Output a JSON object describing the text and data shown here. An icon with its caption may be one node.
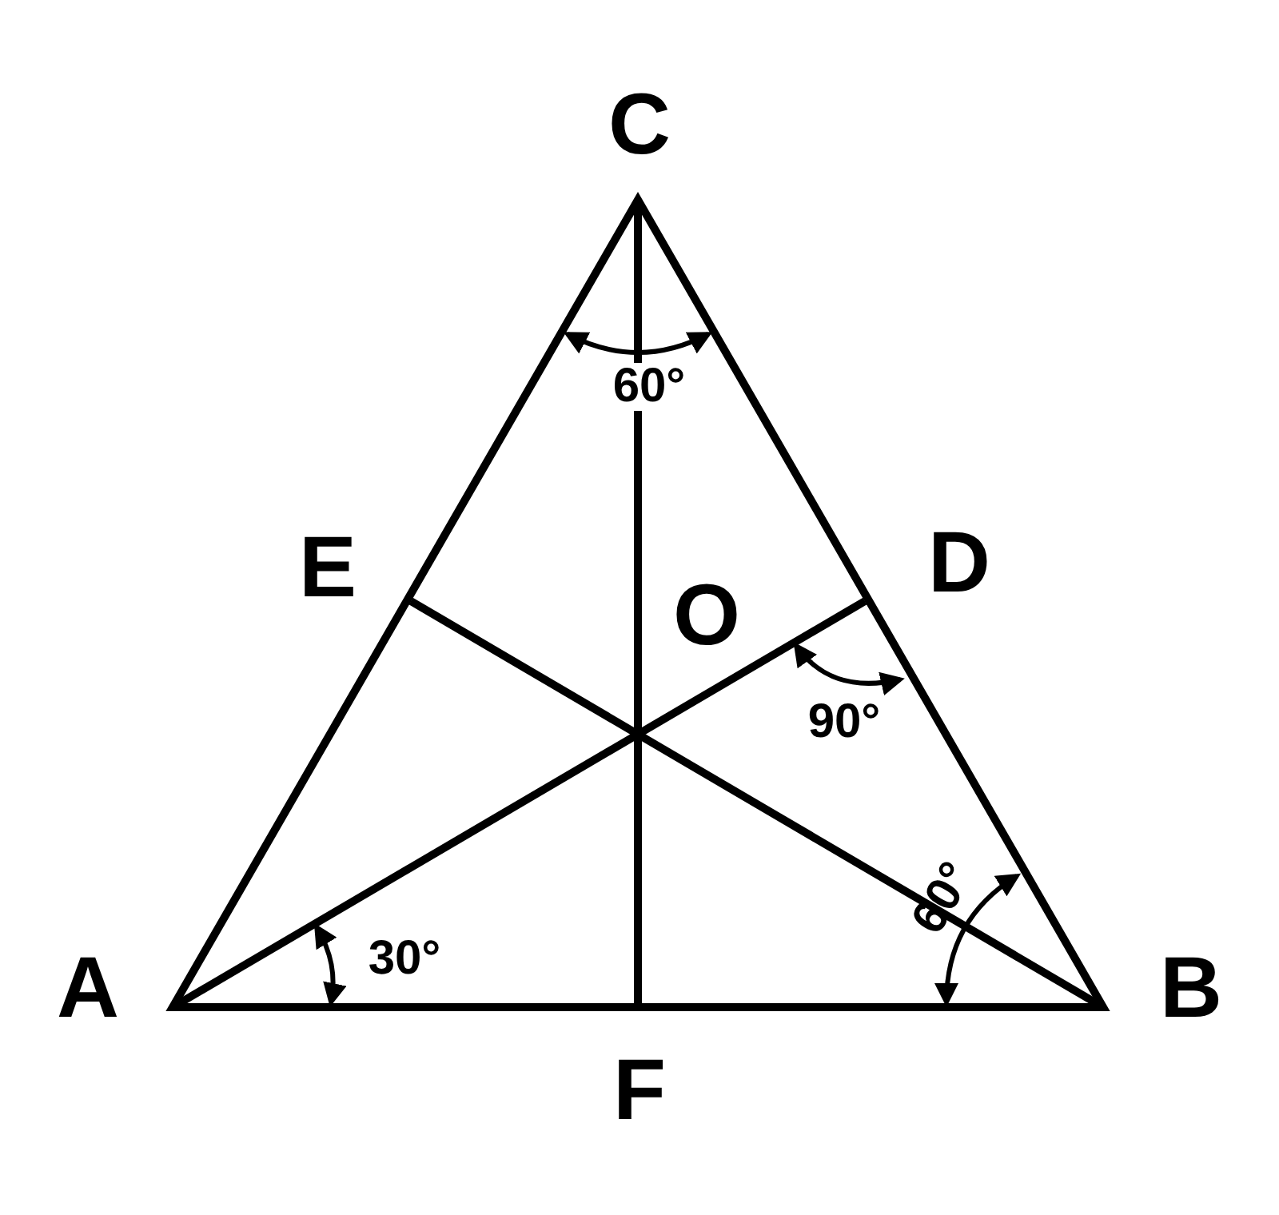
{
  "diagram": {
    "labels": [
      "C",
      "60°",
      "E",
      "O",
      "D",
      "90°",
      "60°",
      "A",
      "30°",
      "B",
      "F"
    ]
  }
}
